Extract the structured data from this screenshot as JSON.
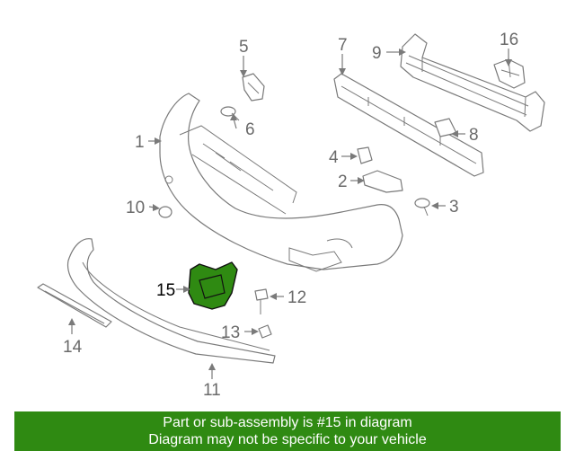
{
  "highlight_color": "#2f8a12",
  "highlighted_part": "15",
  "callouts": {
    "c1": "1",
    "c2": "2",
    "c3": "3",
    "c4": "4",
    "c5": "5",
    "c6": "6",
    "c7": "7",
    "c8": "8",
    "c9": "9",
    "c10": "10",
    "c11": "11",
    "c12": "12",
    "c13": "13",
    "c14": "14",
    "c15": "15",
    "c16": "16"
  },
  "banner": {
    "line1": "Part or sub-assembly is #15 in diagram",
    "line2": "Diagram may not be specific to your vehicle"
  }
}
